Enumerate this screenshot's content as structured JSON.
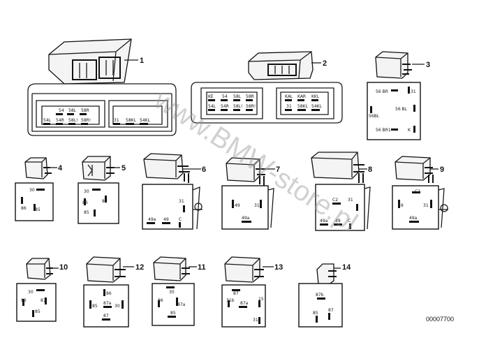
{
  "watermark": "www.BMW-store.pl",
  "diagram_code": "00007700",
  "callouts": [
    "1",
    "2",
    "3",
    "4",
    "5",
    "6",
    "7",
    "8",
    "9",
    "10",
    "12",
    "11",
    "13",
    "14"
  ],
  "part1_pins": {
    "upper": [
      "54",
      "58L",
      "58R"
    ],
    "lower": [
      "54L",
      "54R",
      "58L!",
      "58R!"
    ],
    "right": [
      "31",
      "58KL",
      "54KL"
    ]
  },
  "part2_pins": {
    "left_upper": [
      "KE",
      "54",
      "58L",
      "58R"
    ],
    "left_lower": [
      "54L",
      "54R",
      "58L!",
      "58R!"
    ],
    "right_upper": [
      "KAL",
      "KAR",
      "KKL"
    ],
    "right_lower": [
      "31",
      "58KL",
      "54KL"
    ]
  },
  "part3_pins": [
    "56 BR",
    "31",
    "56 BL",
    "56BL",
    "56 BR1",
    "K"
  ],
  "part4_pins": [
    "30",
    "86",
    "85"
  ],
  "part5_pins": [
    "30",
    "86",
    "87",
    "85"
  ],
  "part6_pins": [
    "31",
    "49a",
    "49",
    "C"
  ],
  "part7_pins": [
    "49",
    "31",
    "49a"
  ],
  "part8_pins": [
    "C2",
    "31",
    "49a",
    "49",
    "C"
  ],
  "part9_pins": [
    "C2",
    "49",
    "31",
    "49a"
  ],
  "part10_pins": [
    "30",
    "86",
    "87",
    "85"
  ],
  "part12_pins": [
    "86",
    "85",
    "87a",
    "30",
    "87"
  ],
  "part11_pins": [
    "30",
    "86",
    "87a",
    "85"
  ],
  "part13_pins": [
    "87",
    "31b",
    "87a",
    "15",
    "31"
  ],
  "part14_pins": [
    "87b",
    "85",
    "87"
  ]
}
